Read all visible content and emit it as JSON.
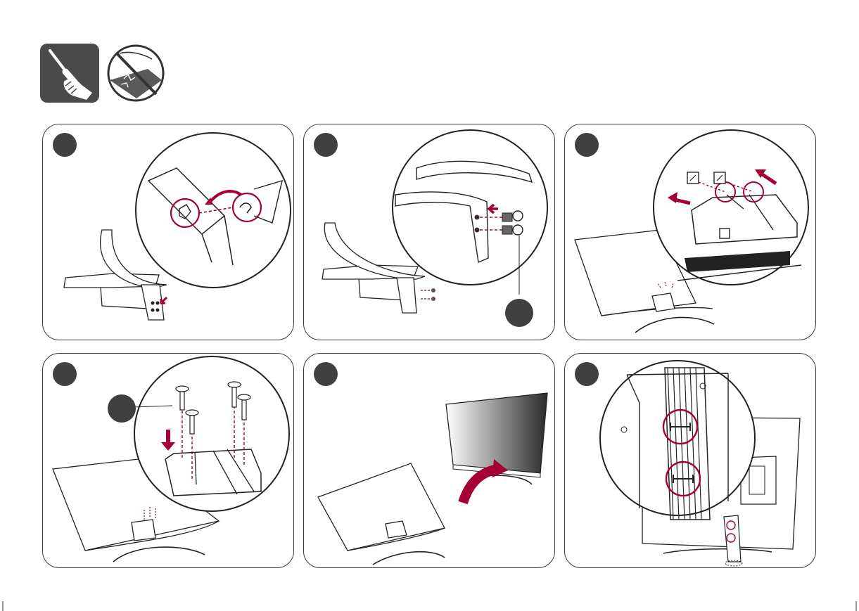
{
  "header": {
    "tool_icon": "screwdriver-hand-icon",
    "warning_icon": "no-scratch-floor-icon"
  },
  "steps": [
    {
      "number": "",
      "illustration": "stand-arm-attach"
    },
    {
      "number": "",
      "illustration": "stand-screws-side"
    },
    {
      "number": "",
      "illustration": "align-stand-to-tv"
    },
    {
      "number": "",
      "illustration": "screw-stand-to-tv"
    },
    {
      "number": "",
      "illustration": "raise-tv-upright"
    },
    {
      "number": "",
      "illustration": "cable-management"
    }
  ],
  "callouts": {
    "step2_part": "",
    "step4_part": ""
  },
  "colors": {
    "accent": "#a50034",
    "badge": "#404040",
    "line": "#2b2b2b"
  }
}
